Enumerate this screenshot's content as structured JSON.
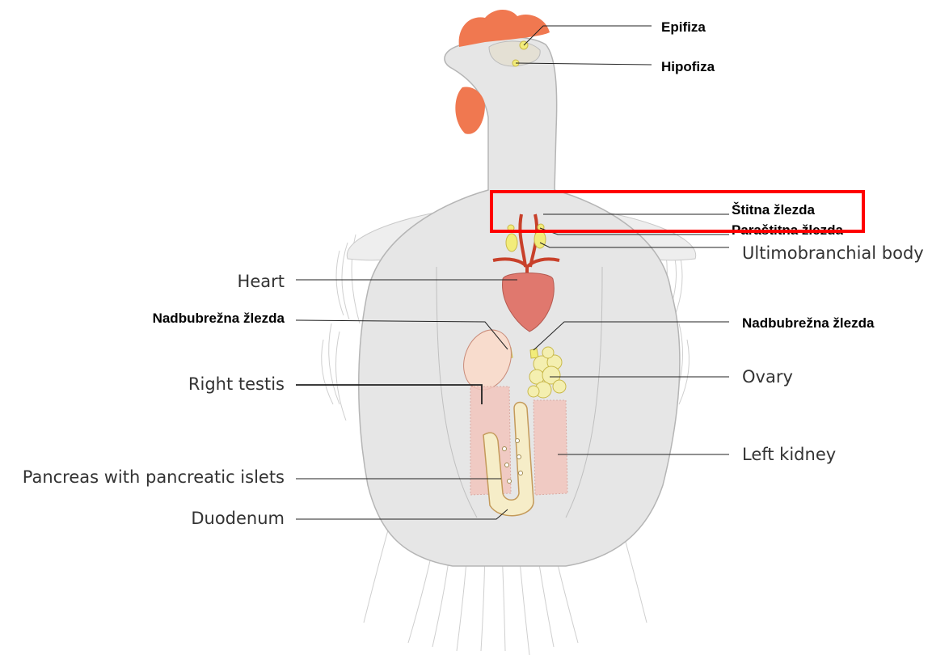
{
  "labels": {
    "epifiza": "Epifiza",
    "hipofiza": "Hipofiza",
    "stitna": "Štitna žlezda",
    "parastitna": "Paraštitna žlezda",
    "ultimobranchial": "Ultimobranchial body",
    "heart": "Heart",
    "nadbubrezna_left": "Nadbubrežna žlezda",
    "nadbubrezna_right": "Nadbubrežna žlezda",
    "right_testis": "Right testis",
    "ovary": "Ovary",
    "left_kidney": "Left kidney",
    "pancreas": "Pancreas with pancreatic islets",
    "duodenum": "Duodenum"
  },
  "colors": {
    "body": "#e6e6e6",
    "outline": "#b5b5b5",
    "comb": "#f07850",
    "heart": "#e0786e",
    "vessels": "#c8402a",
    "gland": "#f2ec7a",
    "kidney": "#f2c6bd",
    "testis": "#f8dccd",
    "highlight": "#ff0000"
  }
}
